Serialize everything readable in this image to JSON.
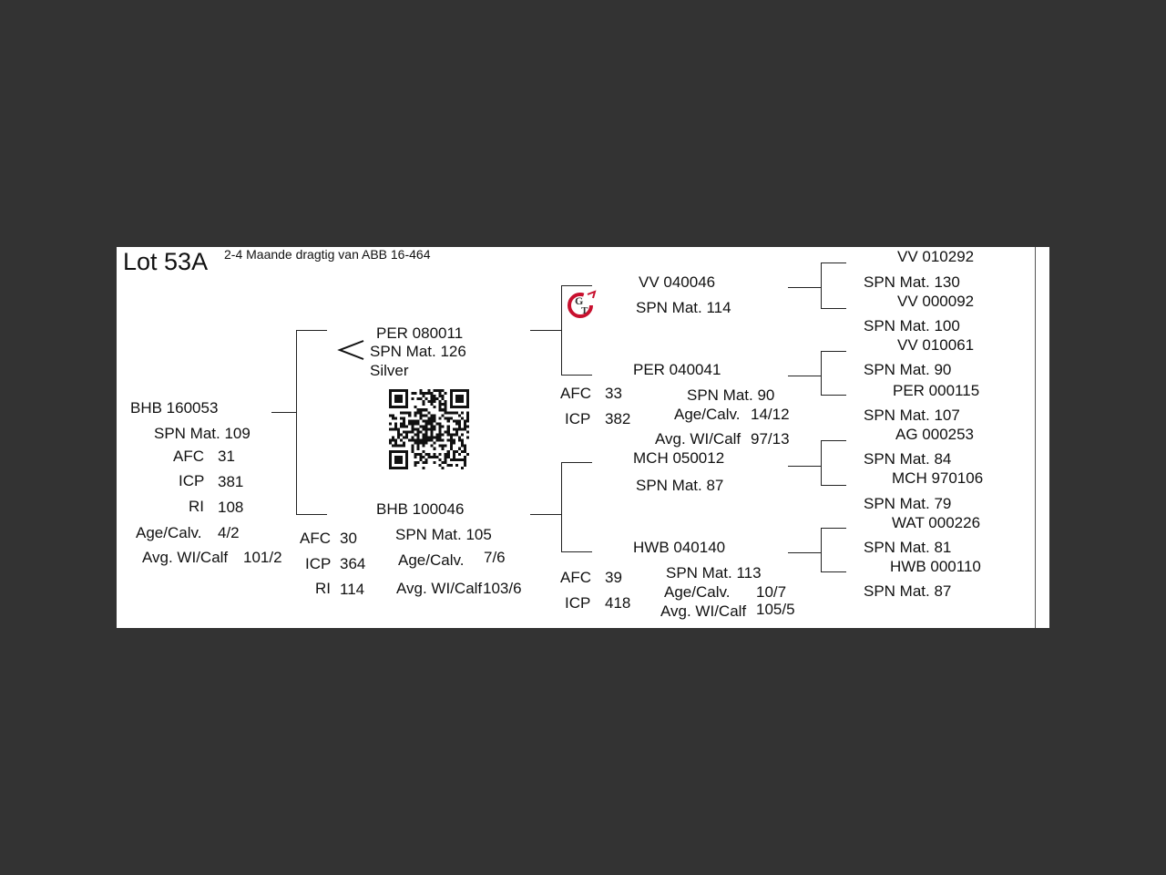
{
  "header": {
    "lot": "Lot 53A",
    "note": "2-4 Maande dragtig van ABB 16-464"
  },
  "animal": {
    "id": "BHB 160053",
    "spn": "SPN Mat. 109",
    "afc_label": "AFC",
    "afc": "31",
    "icp_label": "ICP",
    "icp": "381",
    "ri_label": "RI",
    "ri": "108",
    "age_label": "Age/Calv.",
    "age": "4/2",
    "avg_label": "Avg. WI/Calf",
    "avg": "101/2"
  },
  "sire": {
    "id": "PER 080011",
    "spn": "SPN Mat. 126",
    "grade": "Silver"
  },
  "dam": {
    "id": "BHB 100046",
    "afc_label": "AFC",
    "afc": "30",
    "icp_label": "ICP",
    "icp": "364",
    "ri_label": "RI",
    "ri": "114",
    "spn": "SPN Mat. 105",
    "age_label": "Age/Calv.",
    "age": "7/6",
    "avg_label": "Avg. WI/Calf",
    "avg": "103/6"
  },
  "ss": {
    "id": "VV  040046",
    "spn": "SPN Mat. 114"
  },
  "sd": {
    "id": "PER 040041",
    "afc_label": "AFC",
    "afc": "33",
    "icp_label": "ICP",
    "icp": "382",
    "spn": "SPN Mat. 90",
    "age_label": "Age/Calv.",
    "age": "14/12",
    "avg_label": "Avg. WI/Calf",
    "avg": "97/13"
  },
  "ds": {
    "id": "MCH 050012",
    "spn": "SPN Mat. 87"
  },
  "dd": {
    "id": "HWB 040140",
    "afc_label": "AFC",
    "afc": "39",
    "icp_label": "ICP",
    "icp": "418",
    "spn": "SPN Mat. 113",
    "age_label": "Age/Calv.",
    "age": "10/7",
    "avg_label": "Avg. WI/Calf",
    "avg": "105/5"
  },
  "gen3": [
    {
      "id": "VV  010292",
      "spn": "SPN Mat. 130"
    },
    {
      "id": "VV  000092",
      "spn": "SPN Mat. 100"
    },
    {
      "id": "VV  010061",
      "spn": "SPN Mat. 90"
    },
    {
      "id": "PER 000115",
      "spn": "SPN Mat. 107"
    },
    {
      "id": "AG  000253",
      "spn": "SPN Mat. 84"
    },
    {
      "id": "MCH 970106",
      "spn": "SPN Mat. 79"
    },
    {
      "id": "WAT 000226",
      "spn": "SPN Mat. 81"
    },
    {
      "id": "HWB 000110",
      "spn": "SPN Mat. 87"
    }
  ],
  "logo_text": "GT"
}
